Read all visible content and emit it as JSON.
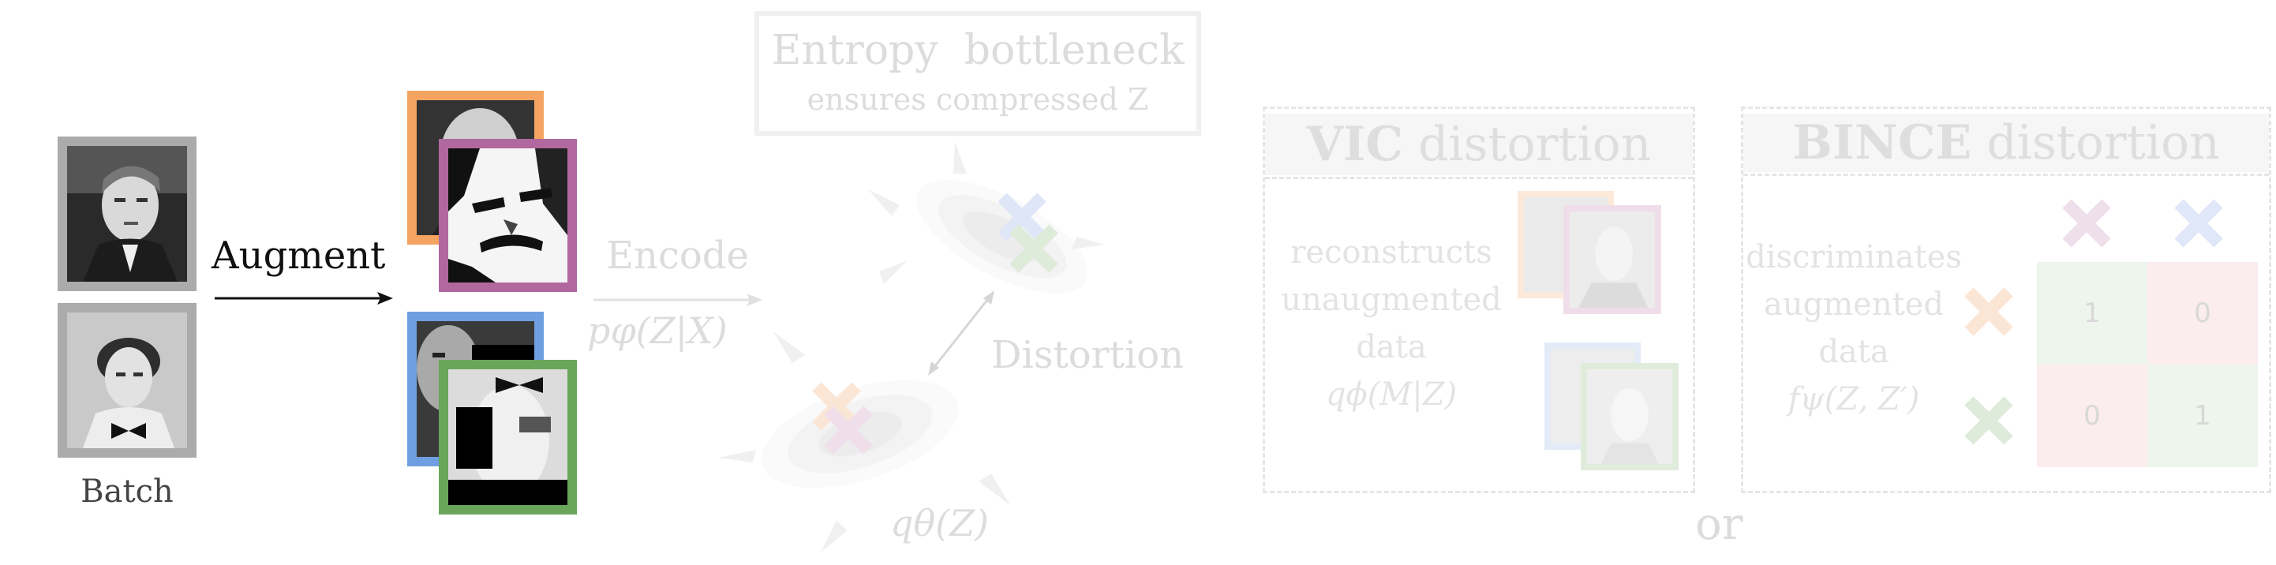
{
  "labels": {
    "augment": "Augment",
    "batch": "Batch",
    "encode": "Encode",
    "encode_formula": "pφ(Z|X)",
    "entropy_title": "Entropy  bottleneck",
    "entropy_subtitle": "ensures compressed Z",
    "distortion": "Distortion",
    "prior": "qθ(Z)",
    "or": "or"
  },
  "vic": {
    "title_bold": "VIC",
    "title_rest": " distortion",
    "desc_lines": [
      "reconstructs",
      "unaugmented",
      "data",
      "qϕ(M|Z)"
    ]
  },
  "bince": {
    "title_bold": "BINCE",
    "title_rest": " distortion",
    "desc_lines": [
      "discriminates",
      "augmented",
      "data",
      "fψ(Z, Z′)"
    ],
    "matrix": [
      [
        "1",
        "0"
      ],
      [
        "0",
        "1"
      ]
    ]
  },
  "colors": {
    "orange": "#f4a460",
    "purple": "#b0689e",
    "blue": "#6f9fe0",
    "green": "#69a55a",
    "gray_frame": "#ababab",
    "faint": "#dcdcdc",
    "cell_green": "#eef5ec",
    "cell_red": "#fbeced"
  },
  "icons": [
    "cross-orange-icon",
    "cross-purple-icon",
    "cross-blue-icon",
    "cross-green-icon"
  ]
}
